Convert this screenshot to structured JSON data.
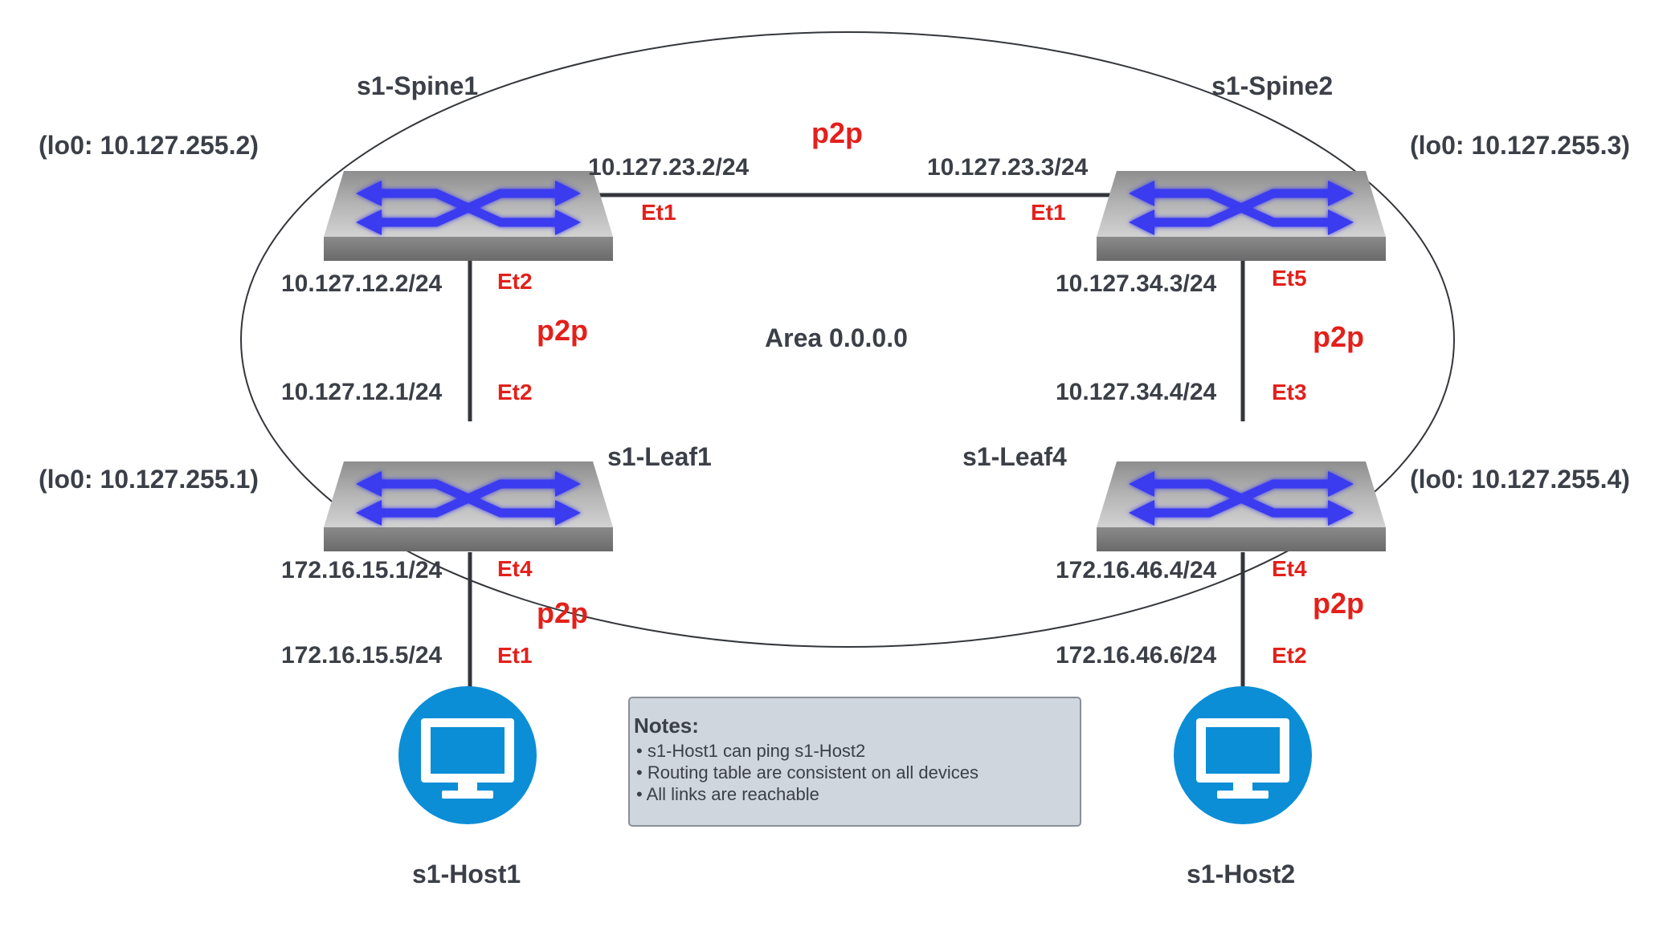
{
  "area_label": "Area 0.0.0.0",
  "colors": {
    "link": "#33363b",
    "label": "#3b3f47",
    "accent_red": "#e3201b",
    "arrow_blue": "#3a3af0",
    "host_blue": "#0b8ed6",
    "notes_bg": "#d0d6de"
  },
  "devices": {
    "spine1": {
      "name": "s1-Spine1",
      "loopback": "(lo0: 10.127.255.2)",
      "icon": "switch-icon"
    },
    "spine2": {
      "name": "s1-Spine2",
      "loopback": "(lo0: 10.127.255.3)",
      "icon": "switch-icon"
    },
    "leaf1": {
      "name": "s1-Leaf1",
      "loopback": "(lo0: 10.127.255.1)",
      "icon": "switch-icon"
    },
    "leaf4": {
      "name": "s1-Leaf4",
      "loopback": "(lo0: 10.127.255.4)",
      "icon": "switch-icon"
    },
    "host1": {
      "name": "s1-Host1",
      "icon": "computer-icon"
    },
    "host2": {
      "name": "s1-Host2",
      "icon": "computer-icon"
    }
  },
  "links": {
    "spine1_spine2": {
      "type": "p2p",
      "a_ip": "10.127.23.2/24",
      "a_if": "Et1",
      "b_ip": "10.127.23.3/24",
      "b_if": "Et1"
    },
    "spine1_leaf1": {
      "type": "p2p",
      "a_ip": "10.127.12.2/24",
      "a_if": "Et2",
      "b_ip": "10.127.12.1/24",
      "b_if": "Et2"
    },
    "spine2_leaf4": {
      "type": "p2p",
      "a_ip": "10.127.34.3/24",
      "a_if": "Et5",
      "b_ip": "10.127.34.4/24",
      "b_if": "Et3"
    },
    "leaf1_host1": {
      "type": "p2p",
      "a_ip": "172.16.15.1/24",
      "a_if": "Et4",
      "b_ip": "172.16.15.5/24",
      "b_if": "Et1"
    },
    "leaf4_host2": {
      "type": "p2p",
      "a_ip": "172.16.46.4/24",
      "a_if": "Et4",
      "b_ip": "172.16.46.6/24",
      "b_if": "Et2"
    }
  },
  "notes": {
    "title": "Notes:",
    "items": [
      "• s1-Host1 can ping s1-Host2",
      "• Routing table are consistent on all devices",
      "• All links are reachable"
    ]
  }
}
